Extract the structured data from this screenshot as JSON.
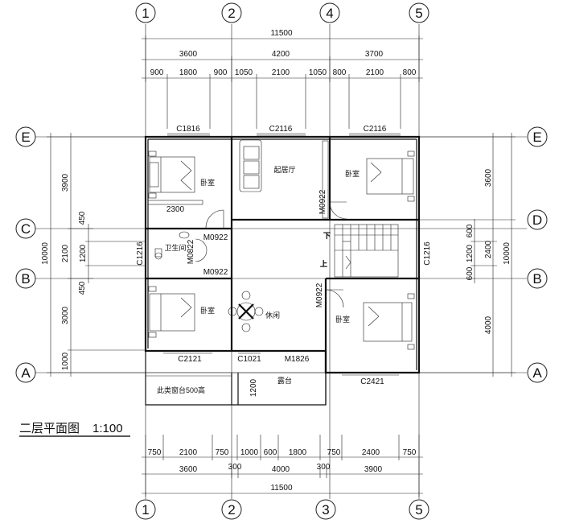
{
  "title": "二层平面图",
  "scale": "1:100",
  "balcony_note": "此类窗台500高",
  "axis_labels": {
    "top": [
      "1",
      "2",
      "4",
      "5"
    ],
    "bottom": [
      "1",
      "2",
      "3",
      "5"
    ],
    "left": [
      "E",
      "C",
      "B",
      "A"
    ],
    "right": [
      "E",
      "D",
      "B",
      "A"
    ]
  },
  "dims_top": {
    "total": "11500",
    "row2": [
      "3600",
      "4200",
      "3700"
    ],
    "row3": [
      "900",
      "1800",
      "900",
      "1050",
      "2100",
      "1050",
      "800",
      "2100",
      "800"
    ]
  },
  "dims_bottom": {
    "row1": [
      "750",
      "2100",
      "750",
      "1000",
      "600",
      "1800",
      "750",
      "2400",
      "750"
    ],
    "row2": [
      "3600",
      "300",
      "4000",
      "300",
      "3900"
    ],
    "total": "11500"
  },
  "dims_left": {
    "total": "10000",
    "row2": [
      "3900",
      "2100",
      "3000",
      "1000"
    ],
    "row3": [
      "450",
      "1200",
      "450"
    ]
  },
  "dims_right": {
    "total": "10000",
    "row2": [
      "3600",
      "2400",
      "4000"
    ],
    "row3": [
      "600",
      "1200",
      "600"
    ]
  },
  "windows": {
    "top": [
      "C1816",
      "C2116",
      "C2116"
    ],
    "bottom": [
      "C2121",
      "C1021",
      "M1826",
      "C2421"
    ],
    "side": [
      "C1216",
      "C1216"
    ]
  },
  "doors": [
    "M0922",
    "M0922",
    "M0922",
    "M0922",
    "M0822"
  ],
  "rooms": {
    "bedroom": "卧室",
    "living": "起居厅",
    "bath": "卫生间",
    "lounge": "休闲",
    "terrace": "露台"
  },
  "inline_dims": [
    "2300",
    "1200"
  ],
  "stair_labels": [
    "下",
    "上"
  ]
}
